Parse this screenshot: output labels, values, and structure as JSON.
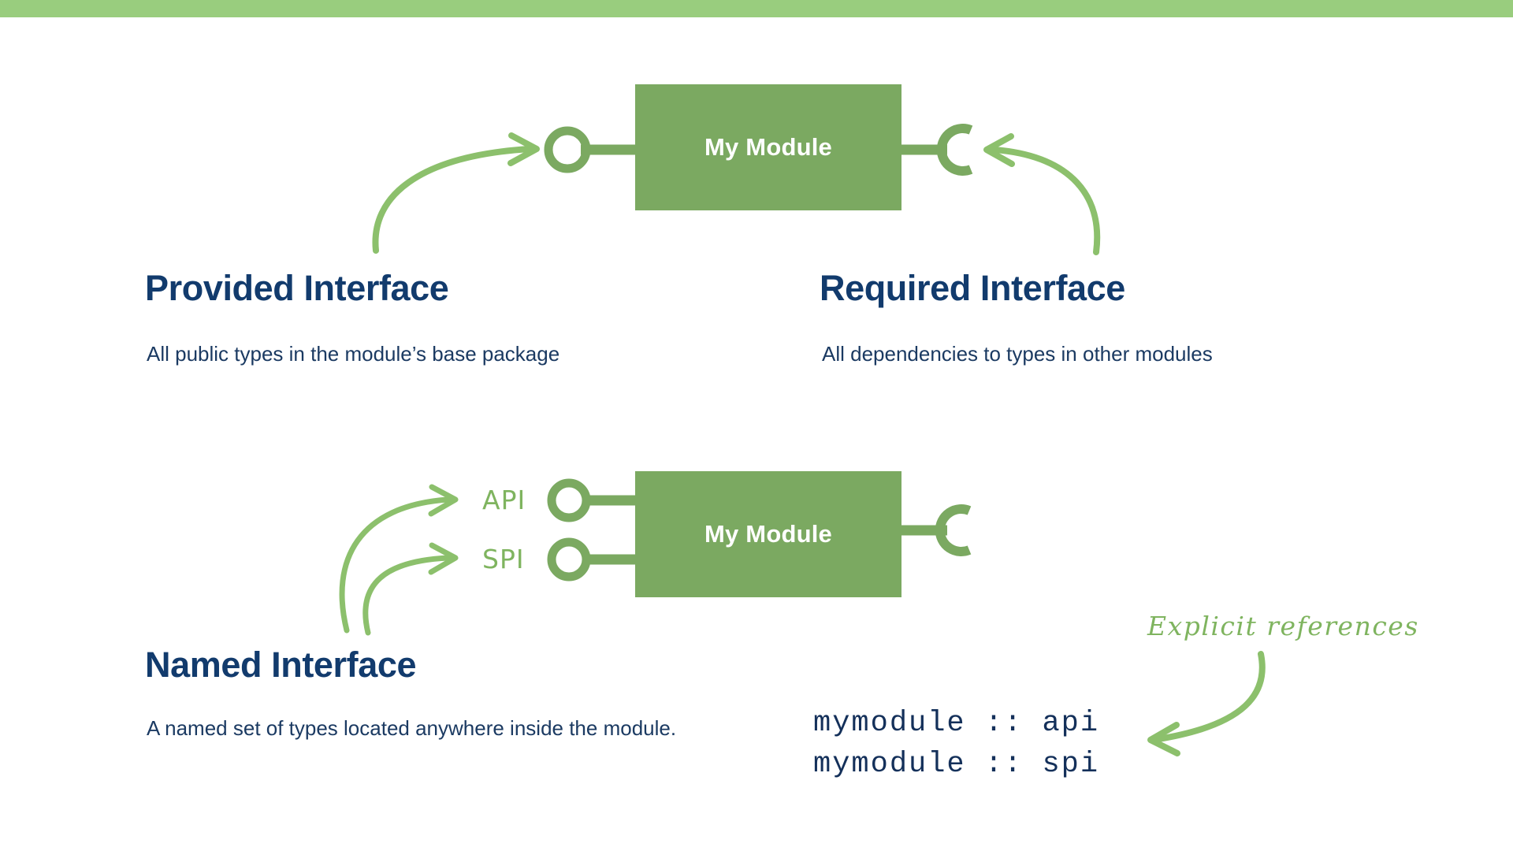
{
  "page": {
    "background_color": "#ffffff",
    "accent_bar_color": "#99cd7e",
    "module_color": "#7BA961",
    "heading_color": "#123B6D",
    "body_color": "#1B3A62",
    "annotation_color": "#7FB45F",
    "code_color": "#14305A"
  },
  "diagram_top": {
    "module_label": "My Module",
    "provided_port_type": "lollipop-ball",
    "required_port_type": "socket-half-circle"
  },
  "diagram_bottom": {
    "module_label": "My Module",
    "port_labels": [
      "API",
      "SPI"
    ],
    "required_port_type": "socket-half-circle"
  },
  "sections": [
    {
      "id": "provided",
      "heading": "Provided Interface",
      "body": "All public types in the module’s base package"
    },
    {
      "id": "required",
      "heading": "Required Interface",
      "body": "All dependencies to types in other modules"
    },
    {
      "id": "named",
      "heading": "Named Interface",
      "body": "A named set of types located anywhere inside the module."
    }
  ],
  "code": {
    "lines": [
      "mymodule :: api",
      "mymodule :: spi"
    ],
    "text": "mymodule :: api\nmymodule :: spi"
  },
  "annotations": {
    "explicit_references": "Explicit references"
  }
}
